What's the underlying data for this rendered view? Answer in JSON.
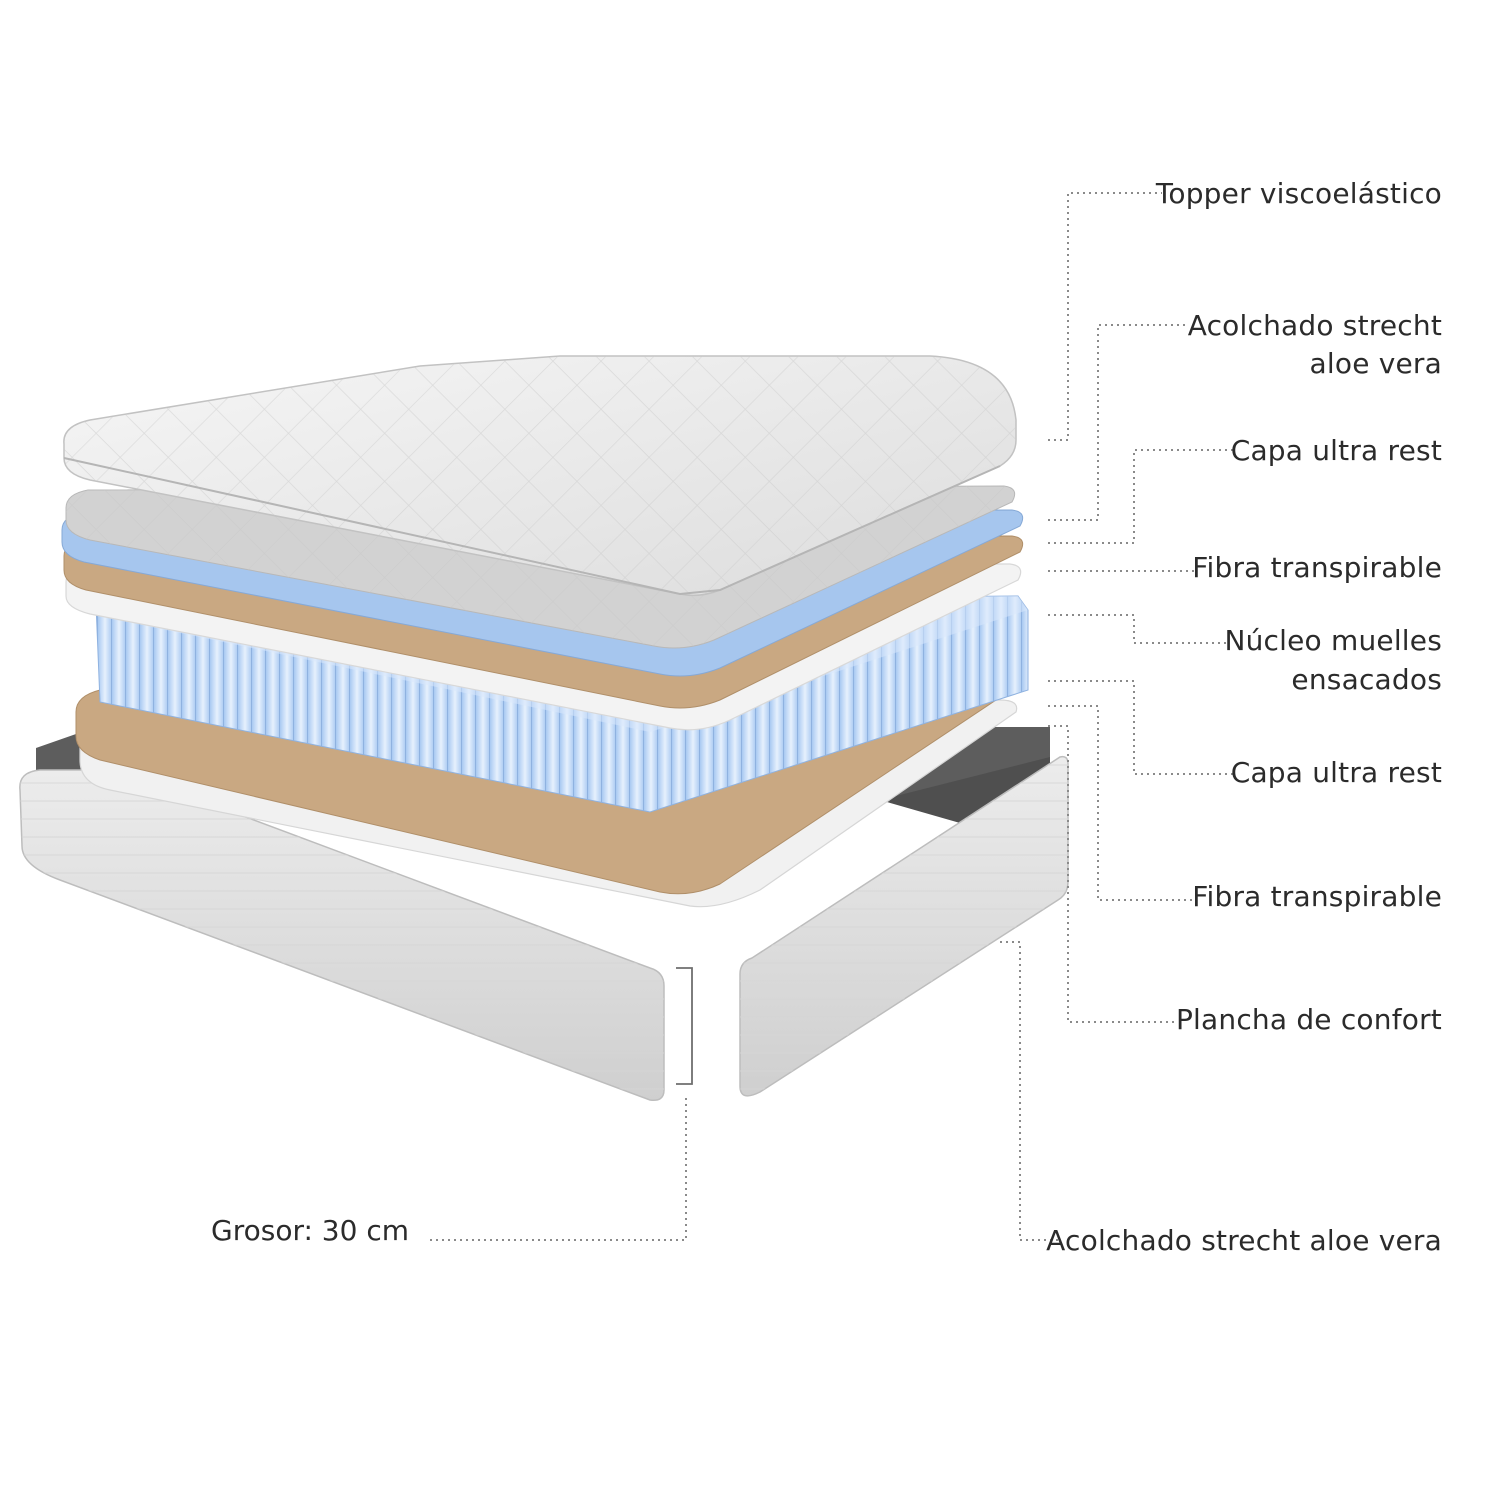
{
  "layers": [
    {
      "id": "topper",
      "label": "Topper viscoelástico"
    },
    {
      "id": "acolchado-top",
      "label": "Acolchado strecht aloe vera"
    },
    {
      "id": "capa-ultra-rest-1",
      "label": "Capa ultra rest"
    },
    {
      "id": "fibra-1",
      "label": "Fibra transpirable"
    },
    {
      "id": "nucleo",
      "label": "Núcleo muelles ensacados"
    },
    {
      "id": "capa-ultra-rest-2",
      "label": "Capa ultra rest"
    },
    {
      "id": "fibra-2",
      "label": "Fibra transpirable"
    },
    {
      "id": "plancha",
      "label": "Plancha de confort"
    },
    {
      "id": "acolchado-side",
      "label": "Acolchado strecht aloe vera"
    }
  ],
  "labels": {
    "topper": "Topper viscoelástico",
    "acolchado_top_line1": "Acolchado strecht",
    "acolchado_top_line2": "aloe vera",
    "capa_ultra_rest_1": "Capa ultra rest",
    "fibra_1": "Fibra transpirable",
    "nucleo_line1": "Núcleo muelles",
    "nucleo_line2": "ensacados",
    "capa_ultra_rest_2": "Capa ultra rest",
    "fibra_2": "Fibra transpirable",
    "plancha": "Plancha de confort",
    "acolchado_side": "Acolchado strecht aloe vera",
    "thickness": "Grosor: 30 cm"
  },
  "colors": {
    "quilt": "#e4e4e4",
    "quilt_light": "#f3f3f3",
    "blue_layer": "#a9c8ee",
    "springs": "#bdd8f6",
    "fiber": "#c7a680",
    "white_layer": "#f1f1f1",
    "dark_base": "#5b5b5b",
    "leader_line": "#8a8a8a",
    "text": "#2b2b2b"
  }
}
